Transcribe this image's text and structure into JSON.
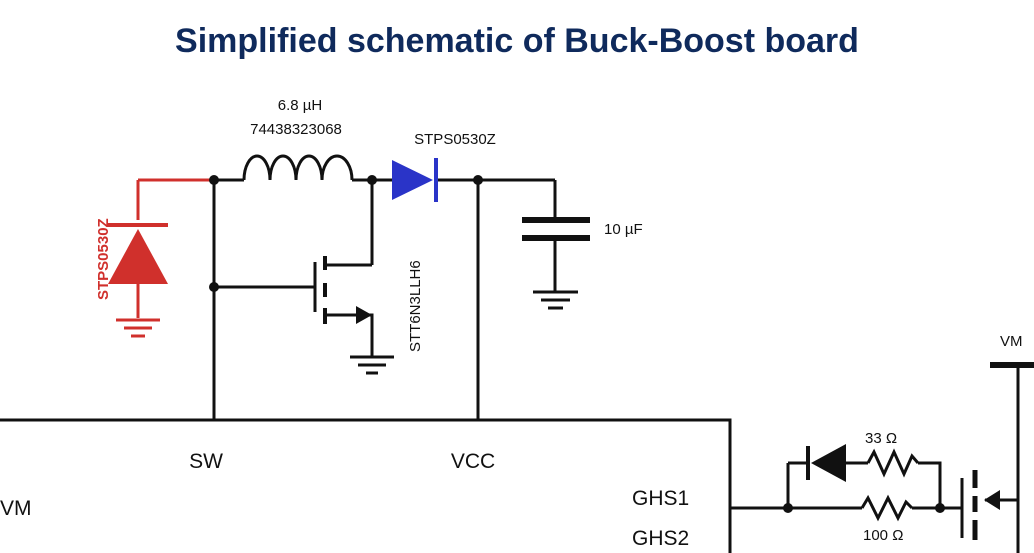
{
  "title": "Simplified schematic of Buck-Boost board",
  "components": {
    "inductor_value": "6.8 µH",
    "inductor_part": "74438323068",
    "diode_blue": "STPS0530Z",
    "diode_red": "STPS0530Z",
    "mosfet": "STT6N3LLH6",
    "capacitor": "10 µF",
    "resistor_top": "33  Ω",
    "resistor_bottom": "100  Ω"
  },
  "pins": {
    "sw": "SW",
    "vcc": "VCC",
    "ghs1": "GHS1",
    "ghs2": "GHS2",
    "vm_left": "VM",
    "vm_right": "VM"
  },
  "colors": {
    "title": "#0f2a5c",
    "red_path": "#d0302c",
    "blue_diode": "#2a34c8",
    "wire": "#111111"
  }
}
